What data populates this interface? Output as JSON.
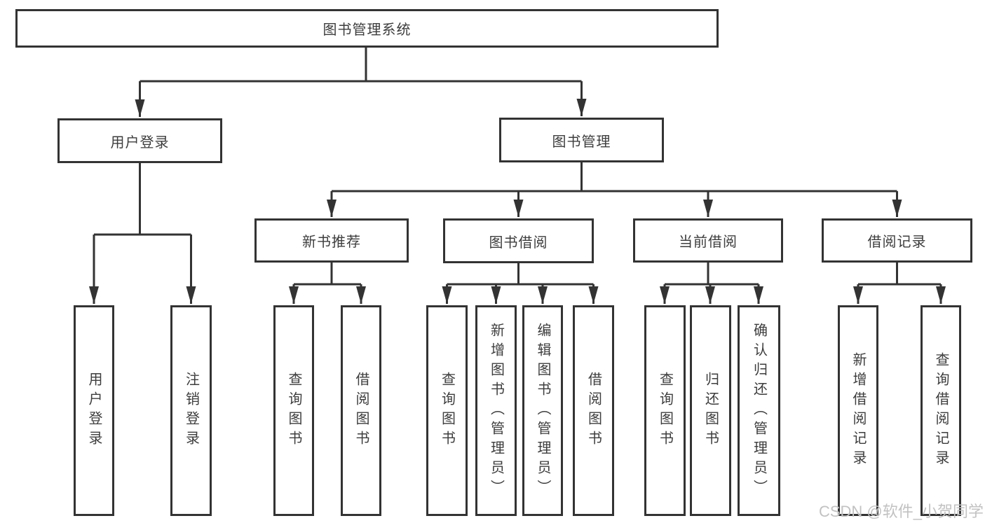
{
  "tree": {
    "root": "图书管理系统",
    "level2": {
      "left": "用户登录",
      "right": "图书管理"
    },
    "level3": [
      "新书推荐",
      "图书借阅",
      "当前借阅",
      "借阅记录"
    ],
    "leaves": {
      "login": [
        "用户登录",
        "注销登录"
      ],
      "recommend": [
        "查询图书",
        "借阅图书"
      ],
      "borrow": [
        "查询图书",
        "新增图书（管理员）",
        "编辑图书（管理员）",
        "借阅图书"
      ],
      "current": [
        "查询图书",
        "归还图书",
        "确认归还（管理员）"
      ],
      "records": [
        "新增借阅记录",
        "查询借阅记录"
      ]
    }
  },
  "watermark": "CSDN @软件_小贺同学",
  "colors": {
    "line": "#333333",
    "text": "#3d3d3d",
    "background": "#ffffff",
    "watermark": "#c2c2c2"
  }
}
